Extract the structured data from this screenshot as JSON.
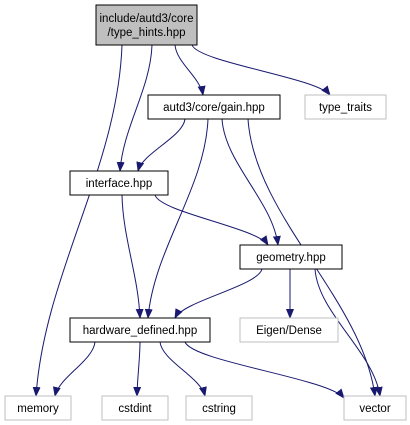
{
  "diagram": {
    "nodes": [
      {
        "id": "root",
        "lines": [
          "include/autd3/core",
          "/type_hints.hpp"
        ],
        "style": "root"
      },
      {
        "id": "gain",
        "lines": [
          "autd3/core/gain.hpp"
        ],
        "style": "local"
      },
      {
        "id": "type_traits",
        "lines": [
          "type_traits"
        ],
        "style": "external"
      },
      {
        "id": "interface",
        "lines": [
          "interface.hpp"
        ],
        "style": "local"
      },
      {
        "id": "geometry",
        "lines": [
          "geometry.hpp"
        ],
        "style": "local"
      },
      {
        "id": "eigen",
        "lines": [
          "Eigen/Dense"
        ],
        "style": "external"
      },
      {
        "id": "hardware",
        "lines": [
          "hardware_defined.hpp"
        ],
        "style": "local"
      },
      {
        "id": "memory",
        "lines": [
          "memory"
        ],
        "style": "external"
      },
      {
        "id": "cstdint",
        "lines": [
          "cstdint"
        ],
        "style": "external"
      },
      {
        "id": "cstring",
        "lines": [
          "cstring"
        ],
        "style": "external"
      },
      {
        "id": "vector",
        "lines": [
          "vector"
        ],
        "style": "external"
      }
    ],
    "edges": [
      [
        "root",
        "gain"
      ],
      [
        "root",
        "type_traits"
      ],
      [
        "root",
        "interface"
      ],
      [
        "root",
        "memory"
      ],
      [
        "gain",
        "interface"
      ],
      [
        "gain",
        "geometry"
      ],
      [
        "gain",
        "hardware"
      ],
      [
        "gain",
        "vector"
      ],
      [
        "interface",
        "geometry"
      ],
      [
        "interface",
        "hardware"
      ],
      [
        "geometry",
        "eigen"
      ],
      [
        "geometry",
        "hardware"
      ],
      [
        "geometry",
        "vector"
      ],
      [
        "hardware",
        "memory"
      ],
      [
        "hardware",
        "cstdint"
      ],
      [
        "hardware",
        "cstring"
      ],
      [
        "hardware",
        "vector"
      ]
    ],
    "colors": {
      "edge": "#191970",
      "root_fill": "#bfbfbf",
      "node_border": "#000000",
      "external_border": "#bfbfbf",
      "node_fill": "#ffffff"
    }
  }
}
